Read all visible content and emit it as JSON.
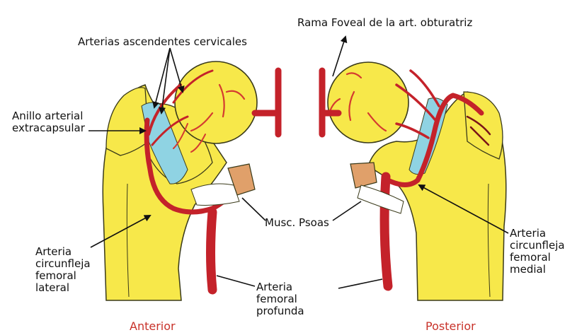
{
  "labels": {
    "ascending_cervical": "Arterias ascendentes cervicales",
    "foveal_branch": "Rama Foveal de la art. obturatriz",
    "ring_line1": "Anillo arterial",
    "ring_line2": "extracapsular",
    "psoas": "Musc. Psoas",
    "lateral_line1": "Arteria",
    "lateral_line2": "circunfleja",
    "lateral_line3": "femoral",
    "lateral_line4": "lateral",
    "profunda_line1": "Arteria",
    "profunda_line2": "femoral",
    "profunda_line3": "profunda",
    "medial_line1": "Arteria",
    "medial_line2": "circunfleja",
    "medial_line3": "femoral",
    "medial_line4": "medial"
  },
  "views": {
    "anterior": "Anterior",
    "posterior": "Posterior"
  },
  "colors": {
    "bone": "#f7e84a",
    "bone_outline": "#3a3a1a",
    "capsule": "#8fd3e3",
    "artery": "#c4222a",
    "artery_dark": "#7a1418",
    "muscle": "#e0a06a",
    "view_label": "#c8322a"
  }
}
